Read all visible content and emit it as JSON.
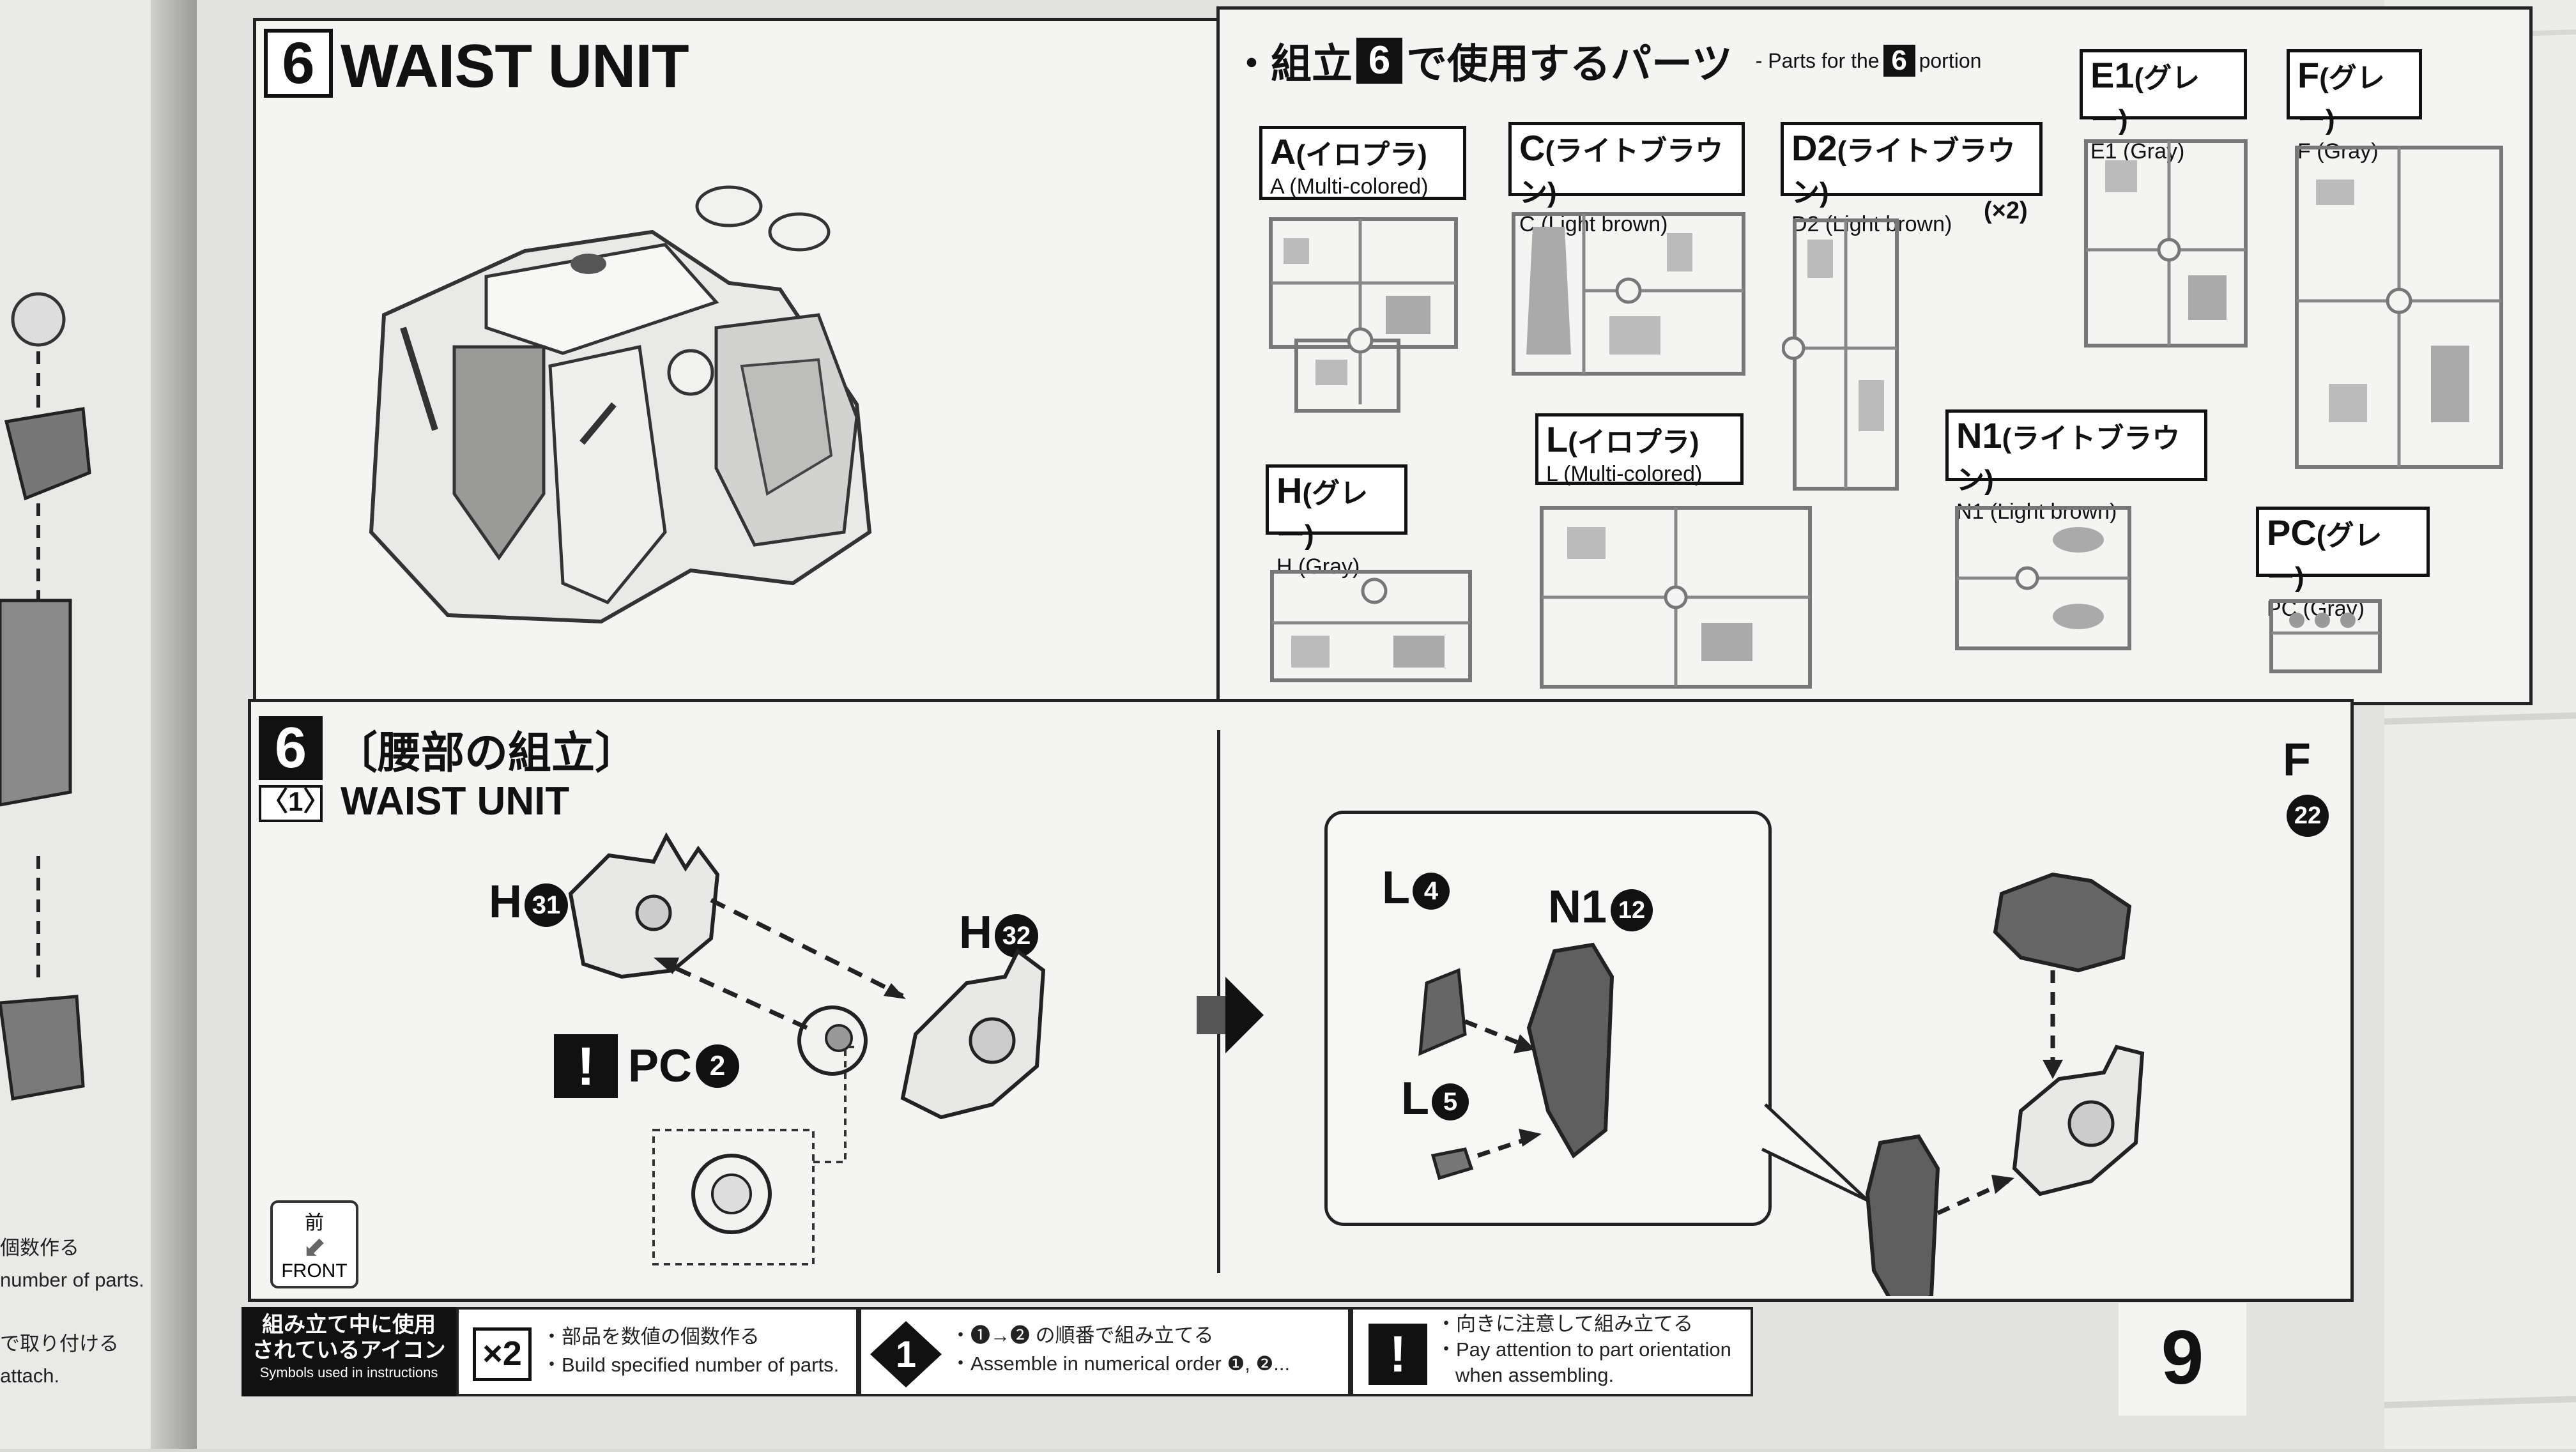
{
  "step_number": "6",
  "overview": {
    "title": "WAIST UNIT"
  },
  "parts_header": {
    "bullet": "・",
    "prefix_jp": "組立",
    "step": "6",
    "suffix_jp": "で使用するパーツ",
    "en_prefix": "- Parts for the",
    "en_suffix": "portion"
  },
  "runners": [
    {
      "id": "A",
      "jp": "(イロプラ)",
      "en": "A (Multi-colored)"
    },
    {
      "id": "C",
      "jp": "(ライトブラウン)",
      "en": "C (Light brown)"
    },
    {
      "id": "D2",
      "jp": "(ライトブラウン)",
      "en": "D2 (Light brown)",
      "qty": "(×2)"
    },
    {
      "id": "E1",
      "jp": "(グレー)",
      "en": "E1 (Gray)"
    },
    {
      "id": "F",
      "jp": "(グレー)",
      "en": "F (Gray)"
    },
    {
      "id": "H",
      "jp": "(グレー)",
      "en": "H (Gray)"
    },
    {
      "id": "L",
      "jp": "(イロプラ)",
      "en": "L (Multi-colored)"
    },
    {
      "id": "N1",
      "jp": "(ライトブラウン)",
      "en": "N1 (Light brown)"
    },
    {
      "id": "PC",
      "jp": "(グレー)",
      "en": "PC (Gray)"
    }
  ],
  "assembly": {
    "step": "6",
    "title_jp": "〔腰部の組立〕",
    "substep": "〈1〉",
    "title_en": "WAIST UNIT",
    "front_jp": "前",
    "front_en": "FRONT",
    "parts": [
      {
        "runner": "H",
        "num": "31"
      },
      {
        "runner": "H",
        "num": "32"
      },
      {
        "runner": "PC",
        "num": "2"
      },
      {
        "runner": "L",
        "num": "4"
      },
      {
        "runner": "N1",
        "num": "12"
      },
      {
        "runner": "L",
        "num": "5"
      },
      {
        "runner": "F",
        "num": "22"
      }
    ]
  },
  "legend": {
    "heading_jp_1": "組み立て中に使用",
    "heading_jp_2": "されているアイコン",
    "heading_en": "Symbols used in instructions",
    "items": [
      {
        "icon": "×2",
        "jp": "・部品を数値の個数作る",
        "en": "・Build specified number of parts."
      },
      {
        "icon": "1",
        "jp": "・❶→❷ の順番で組み立てる",
        "en": "・Assemble in numerical order ❶, ❷..."
      },
      {
        "icon": "!",
        "jp": "・向きに注意して組み立てる",
        "en": "・Pay attention to part orientation",
        "en2": "when assembling."
      }
    ]
  },
  "page_number": "9",
  "left_page_fragment": {
    "line1": "個数作る",
    "line2": "number of parts.",
    "line3": "で取り付ける",
    "line4": "attach."
  }
}
